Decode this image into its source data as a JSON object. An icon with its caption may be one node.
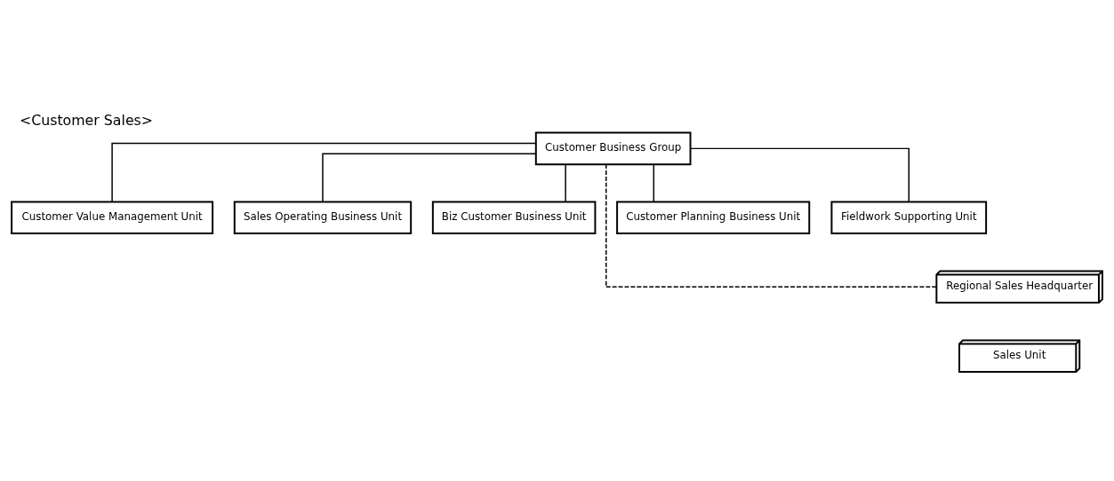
{
  "diagram": {
    "title": "<Customer Sales>",
    "nodes": [
      {
        "text": [
          "Customer Business Group"
        ]
      },
      {
        "text": [
          "Customer Value Management Unit"
        ]
      },
      {
        "text": [
          "Sales Operating Business Unit"
        ]
      },
      {
        "text": [
          "Biz Customer Business Unit"
        ]
      },
      {
        "text": [
          "Customer Planning Business Unit"
        ]
      },
      {
        "text": [
          "Fieldwork Supporting Unit"
        ]
      },
      {
        "text": [
          "Regional Sales Headquarter"
        ]
      },
      {
        "text": [
          "Sales Unit"
        ]
      }
    ],
    "edges": [
      {
        "from": 0,
        "to": 1,
        "arrow": "none"
      },
      {
        "from": 0,
        "to": 2,
        "arrow": "none"
      },
      {
        "from": 0,
        "to": 3,
        "arrow": "none"
      },
      {
        "from": 0,
        "to": 4,
        "arrow": "none"
      },
      {
        "from": 0,
        "to": 5,
        "arrow": "none"
      },
      {
        "from": 0,
        "to": 6,
        "arrow": "none",
        "style": "dashed"
      }
    ]
  }
}
